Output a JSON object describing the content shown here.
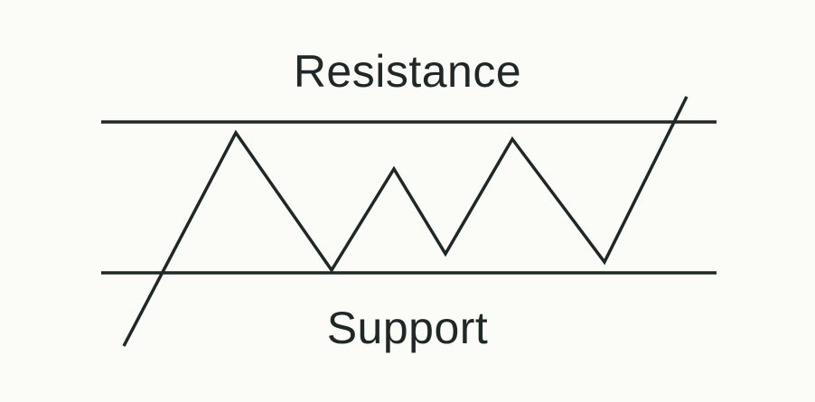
{
  "labels": {
    "resistance": "Resistance",
    "support": "Support"
  },
  "colors": {
    "background": "#fbfbf8",
    "ink": "#1e2826"
  },
  "icons": {
    "resistance_line": "horizontal-line",
    "support_line": "horizontal-line",
    "price_path": "zigzag-line"
  }
}
